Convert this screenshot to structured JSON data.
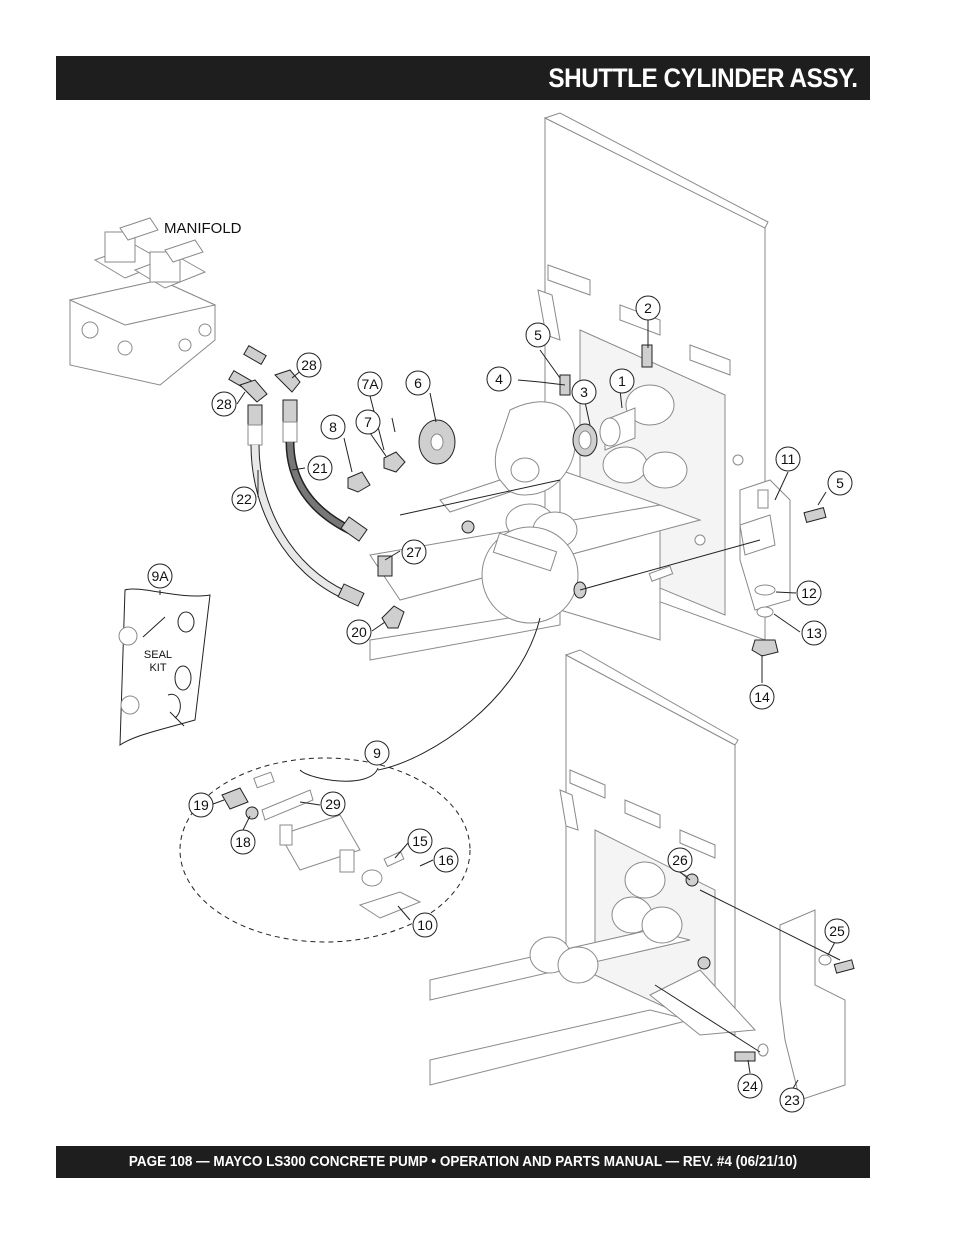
{
  "header": {
    "title": "SHUTTLE CYLINDER ASSY."
  },
  "footer": {
    "text": "PAGE 108 — MAYCO LS300 CONCRETE PUMP • OPERATION AND PARTS MANUAL — REV. #4 (06/21/10)"
  },
  "diagram": {
    "manifold_label": "MANIFOLD",
    "seal_kit_line1": "SEAL",
    "seal_kit_line2": "KIT",
    "callouts": [
      "1",
      "2",
      "3",
      "4",
      "5",
      "5",
      "6",
      "7",
      "7A",
      "8",
      "9",
      "9A",
      "10",
      "11",
      "12",
      "13",
      "14",
      "15",
      "16",
      "18",
      "19",
      "20",
      "21",
      "22",
      "23",
      "24",
      "25",
      "26",
      "27",
      "28",
      "28",
      "29"
    ]
  }
}
